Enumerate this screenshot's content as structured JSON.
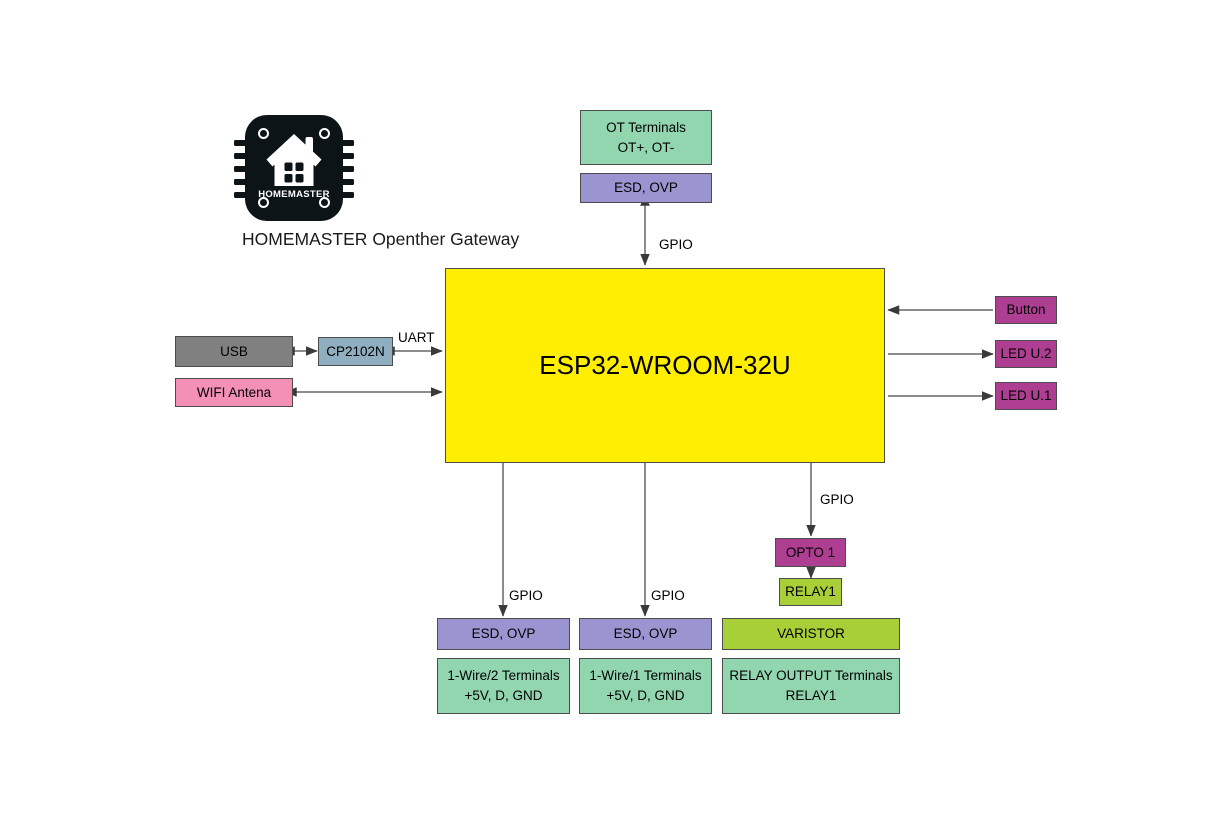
{
  "diagram": {
    "title": "HOMEMASTER Openther Gateway block diagram",
    "background": "#ffffff",
    "stroke": "#4d4d4d",
    "wire_color": "#666666"
  },
  "logo": {
    "icon_name": "homemaster-chip-house-logo",
    "chip_text": "HOMEMASTER",
    "caption_line1": "HOMEMASTER",
    "caption_line2": "Openther Gateway",
    "chip_color": "#0d1418",
    "glyph_color": "#ffffff"
  },
  "colors": {
    "yellow": "#FFEE00",
    "green": "#92D6B0",
    "purple": "#9A95D0",
    "magenta": "#AE3E91",
    "pink": "#F48FB5",
    "gray": "#808080",
    "bluegray": "#8FAEC0",
    "limegreen": "#A8CE38"
  },
  "nodes": {
    "mcu": {
      "label": "ESP32-WROOM-32U",
      "color": "#FFEE00",
      "font_size": 26
    },
    "ot_terminals": {
      "line1": "OT Terminals",
      "line2": "OT+, OT-",
      "color": "#92D6B0"
    },
    "ot_esd": {
      "label": "ESD, OVP",
      "color": "#9A95D0"
    },
    "usb": {
      "label": "USB",
      "color": "#808080"
    },
    "cp2102n": {
      "label": "CP2102N",
      "color": "#8FAEC0"
    },
    "wifi_antenna": {
      "label": "WIFI Antena",
      "color": "#F48FB5"
    },
    "button": {
      "label": "Button",
      "color": "#AE3E91"
    },
    "led_u2": {
      "label": "LED U.2",
      "color": "#AE3E91"
    },
    "led_u1": {
      "label": "LED U.1",
      "color": "#AE3E91"
    },
    "opto1": {
      "label": "OPTO 1",
      "color": "#AE3E91"
    },
    "relay1": {
      "label": "RELAY1",
      "color": "#A8CE38"
    },
    "varistor": {
      "label": "VARISTOR",
      "color": "#A8CE38"
    },
    "relay_output": {
      "line1": "RELAY OUTPUT Terminals",
      "line2": "RELAY1",
      "color": "#92D6B0"
    },
    "esd_ovp_1w2": {
      "label": "ESD, OVP",
      "color": "#9A95D0"
    },
    "onewire2": {
      "line1": "1-Wire/2 Terminals",
      "line2": "+5V, D, GND",
      "color": "#92D6B0"
    },
    "esd_ovp_1w1": {
      "label": "ESD, OVP",
      "color": "#9A95D0"
    },
    "onewire1": {
      "line1": "1-Wire/1 Terminals",
      "line2": "+5V, D, GND",
      "color": "#92D6B0"
    }
  },
  "wire_labels": {
    "gpio_ot": "GPIO",
    "uart": "UART",
    "gpio_1w2": "GPIO",
    "gpio_1w1": "GPIO",
    "gpio_relay": "GPIO"
  }
}
